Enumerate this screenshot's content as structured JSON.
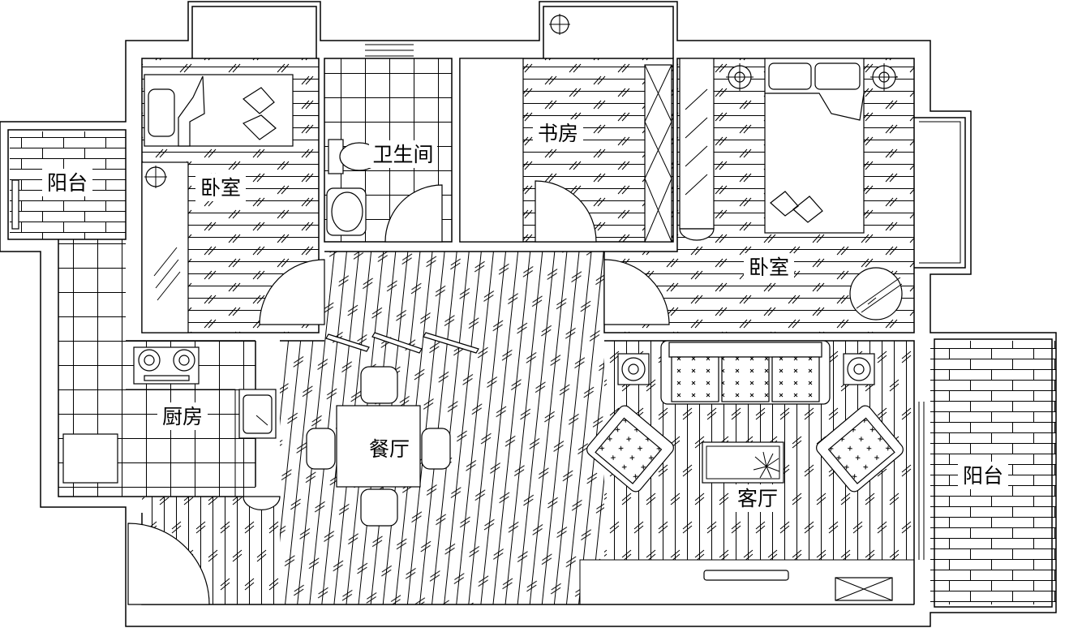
{
  "colors": {
    "line": "#000000",
    "background": "#ffffff"
  },
  "rooms": {
    "balcony_left": "阳台",
    "bedroom_left": "卧室",
    "bathroom": "卫生间",
    "study": "书房",
    "bedroom_right": "卧室",
    "kitchen": "厨房",
    "dining": "餐厅",
    "living": "客厅",
    "balcony_right": "阳台"
  }
}
